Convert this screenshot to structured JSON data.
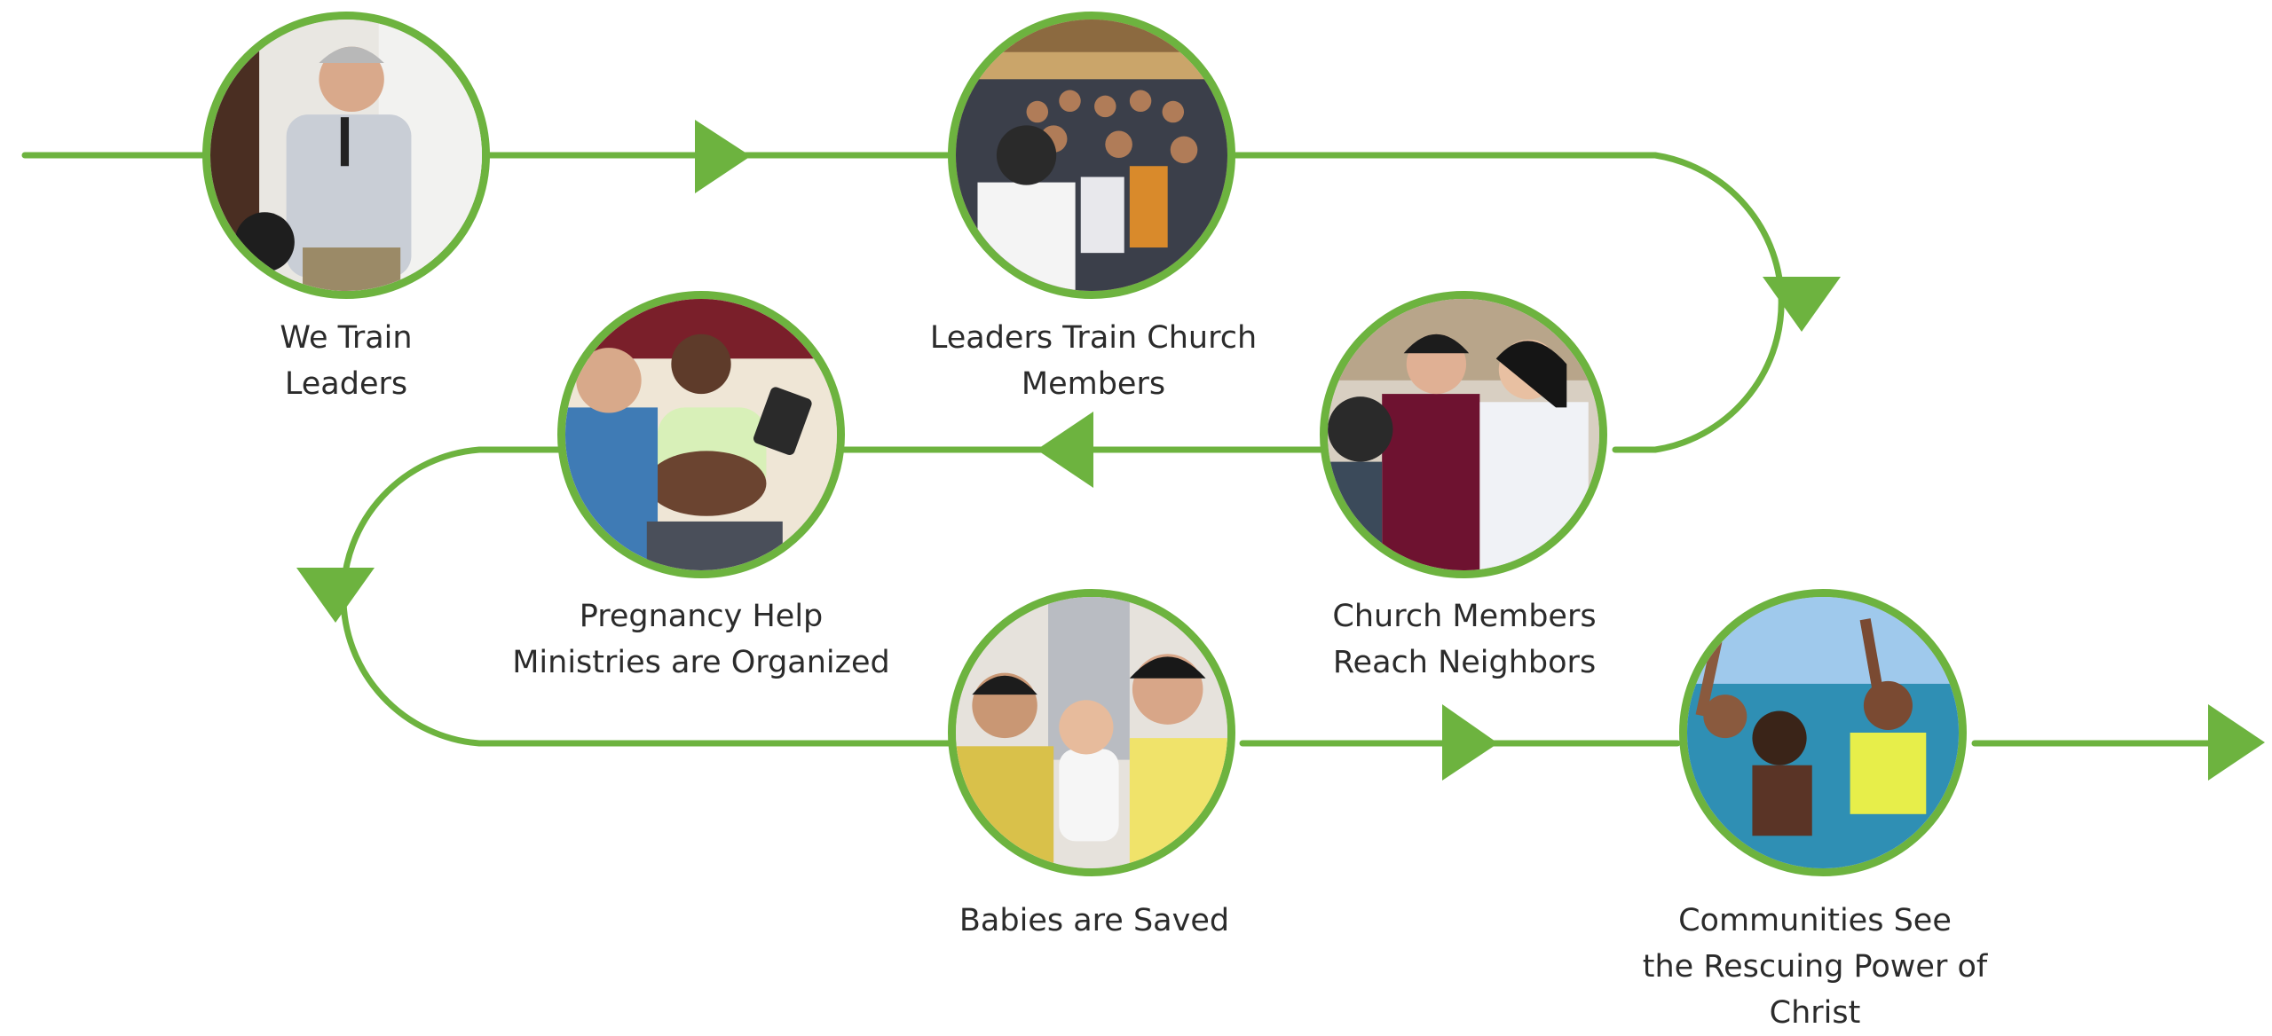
{
  "colors": {
    "accent": "#6db33f",
    "text": "#2b2b2b",
    "background": "#ffffff"
  },
  "steps": [
    {
      "id": "we-train",
      "label_lines": [
        "We Train",
        "Leaders"
      ]
    },
    {
      "id": "leaders-train",
      "label_lines": [
        "Leaders Train Church",
        "Members"
      ]
    },
    {
      "id": "church-members",
      "label_lines": [
        "Church Members",
        "Reach Neighbors"
      ]
    },
    {
      "id": "pregnancy-help",
      "label_lines": [
        "Pregnancy Help",
        "Ministries are Organized"
      ]
    },
    {
      "id": "babies-saved",
      "label_lines": [
        "Babies are Saved"
      ]
    },
    {
      "id": "communities",
      "label_lines": [
        "Communities See",
        "the Rescuing Power of Christ"
      ]
    }
  ]
}
